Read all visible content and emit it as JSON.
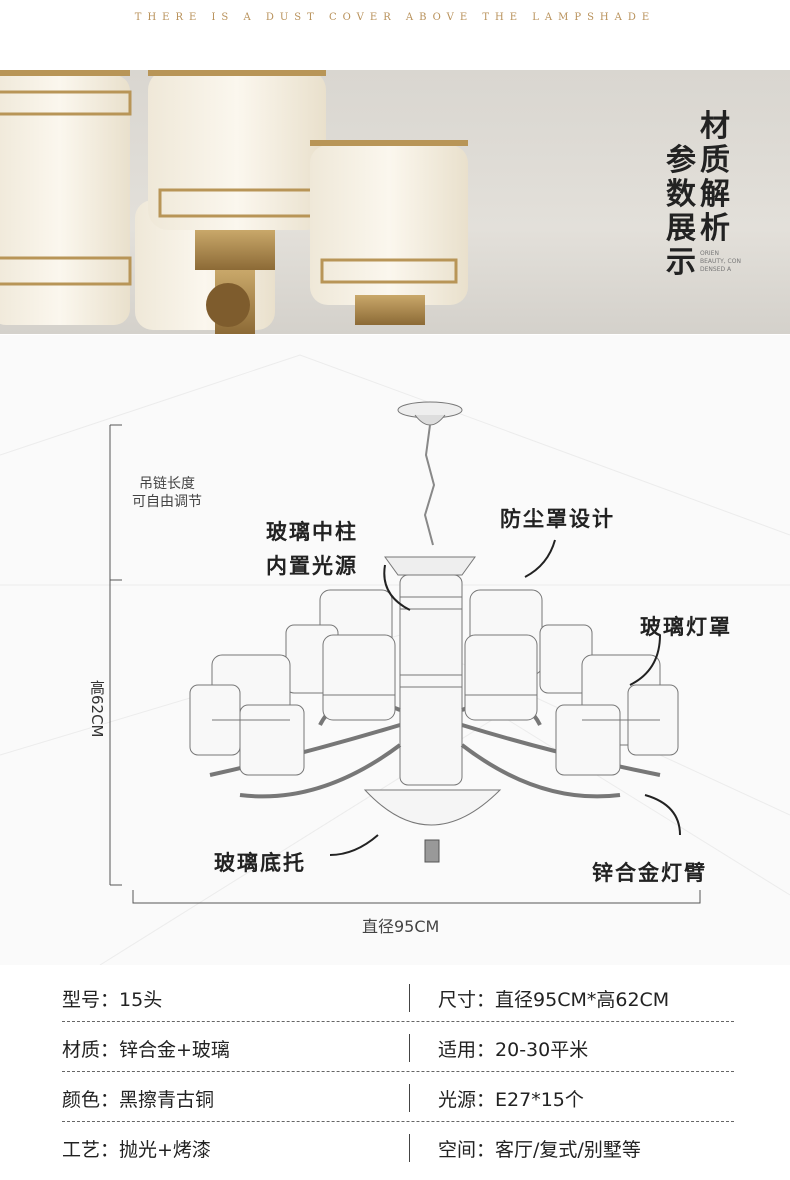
{
  "tagline": "THERE IS A DUST COVER ABOVE THE LAMPSHADE",
  "banner": {
    "title_col1": [
      "材",
      "质",
      "解",
      "析"
    ],
    "title_col2": [
      "参",
      "数",
      "展",
      "示"
    ],
    "subtext": [
      "ORIEN",
      "BEAUTY, CON",
      "DENSED A"
    ]
  },
  "diagram": {
    "chain_note": [
      "吊链长度",
      "可自由调节"
    ],
    "glass_column": [
      "玻璃中柱",
      "内置光源"
    ],
    "dust_cover": "防尘罩设计",
    "glass_shade": "玻璃灯罩",
    "glass_base": "玻璃底托",
    "alloy_arm": "锌合金灯臂",
    "height": "高62CM",
    "diameter": "直径95CM"
  },
  "specs": [
    {
      "left_label": "型号：",
      "left_value": "15头",
      "right_label": "尺寸：",
      "right_value": "直径95CM*高62CM"
    },
    {
      "left_label": "材质：",
      "left_value": "锌合金+玻璃",
      "right_label": "适用：",
      "right_value": "20-30平米"
    },
    {
      "left_label": "颜色：",
      "left_value": "黑擦青古铜",
      "right_label": "光源：",
      "right_value": "E27*15个"
    },
    {
      "left_label": "工艺：",
      "left_value": "抛光+烤漆",
      "right_label": "空间：",
      "right_value": "客厅/复式/别墅等"
    }
  ]
}
